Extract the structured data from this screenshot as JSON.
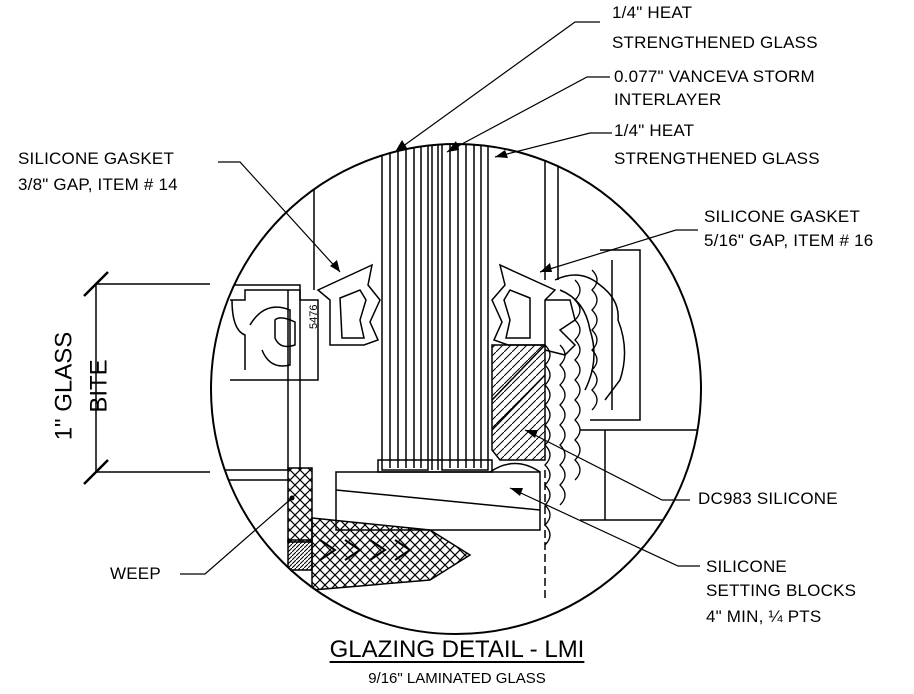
{
  "callouts": {
    "heat_glass_top_1": "1/4\" HEAT",
    "heat_glass_top_2": "STRENGTHENED GLASS",
    "interlayer_1": "0.077\" VANCEVA STORM",
    "interlayer_2": "INTERLAYER",
    "heat_glass_bot_1": "1/4\" HEAT",
    "heat_glass_bot_2": "STRENGTHENED GLASS",
    "gasket_left_1": "SILICONE GASKET",
    "gasket_left_2": "3/8\" GAP, ITEM # 14",
    "gasket_right_1": "SILICONE GASKET",
    "gasket_right_2": "5/16\" GAP, ITEM # 16",
    "dc983": "DC983 SILICONE",
    "setting_1": "SILICONE",
    "setting_2": "SETTING BLOCKS",
    "setting_3": "4\" MIN, ¼ PTS",
    "weep": "WEEP",
    "part_number": "5476"
  },
  "dimension": {
    "line1": "1\" GLASS",
    "line2": "BITE"
  },
  "title": "GLAZING DETAIL - LMI",
  "subtitle": "9/16\" LAMINATED GLASS"
}
